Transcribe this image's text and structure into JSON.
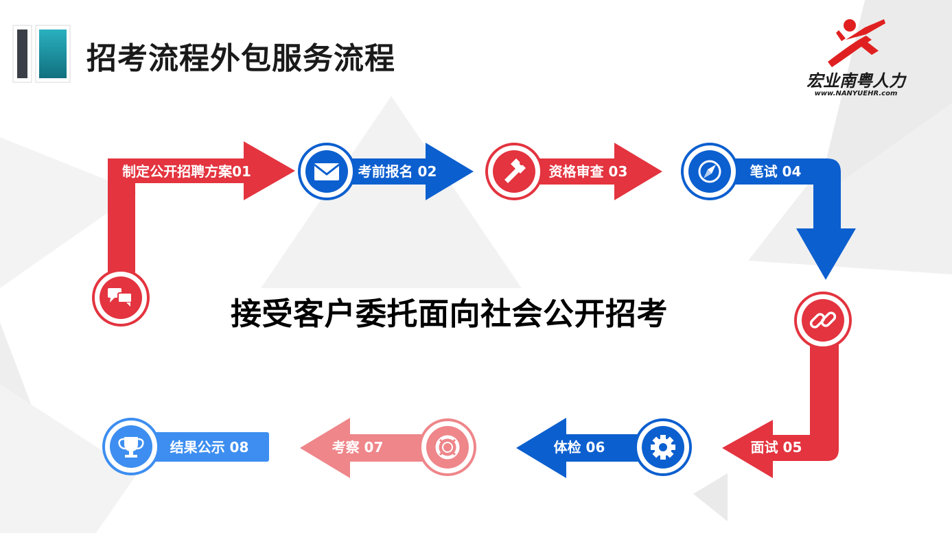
{
  "title": "招考流程外包服务流程",
  "center_text": "接受客户委托面向社会公开招考",
  "brand": {
    "name": "宏业南粤人力",
    "url": "www.NANYUEHR.com"
  },
  "colors": {
    "red": "#e3343f",
    "blue": "#0c5fcf",
    "light_red": "#ee868a",
    "light_blue": "#3d8ef0",
    "dark_bar": "#3a3f47",
    "teal": "#1a8fa0"
  },
  "steps": [
    {
      "label": "制定公开招聘方案01",
      "icon": "chat-bubbles-icon",
      "color": "red"
    },
    {
      "label": "考前报名 02",
      "icon": "envelope-icon",
      "color": "blue"
    },
    {
      "label": "资格审查 03",
      "icon": "flashlight-icon",
      "color": "red"
    },
    {
      "label": "笔试 04",
      "icon": "compass-icon",
      "color": "blue"
    },
    {
      "label": "面试 05",
      "icon": "link-icon",
      "color": "red"
    },
    {
      "label": "体检 06",
      "icon": "gear-icon",
      "color": "blue"
    },
    {
      "label": "考察 07",
      "icon": "lifebuoy-icon",
      "color": "light-red"
    },
    {
      "label": "结果公示 08",
      "icon": "trophy-icon",
      "color": "light-blue"
    }
  ]
}
